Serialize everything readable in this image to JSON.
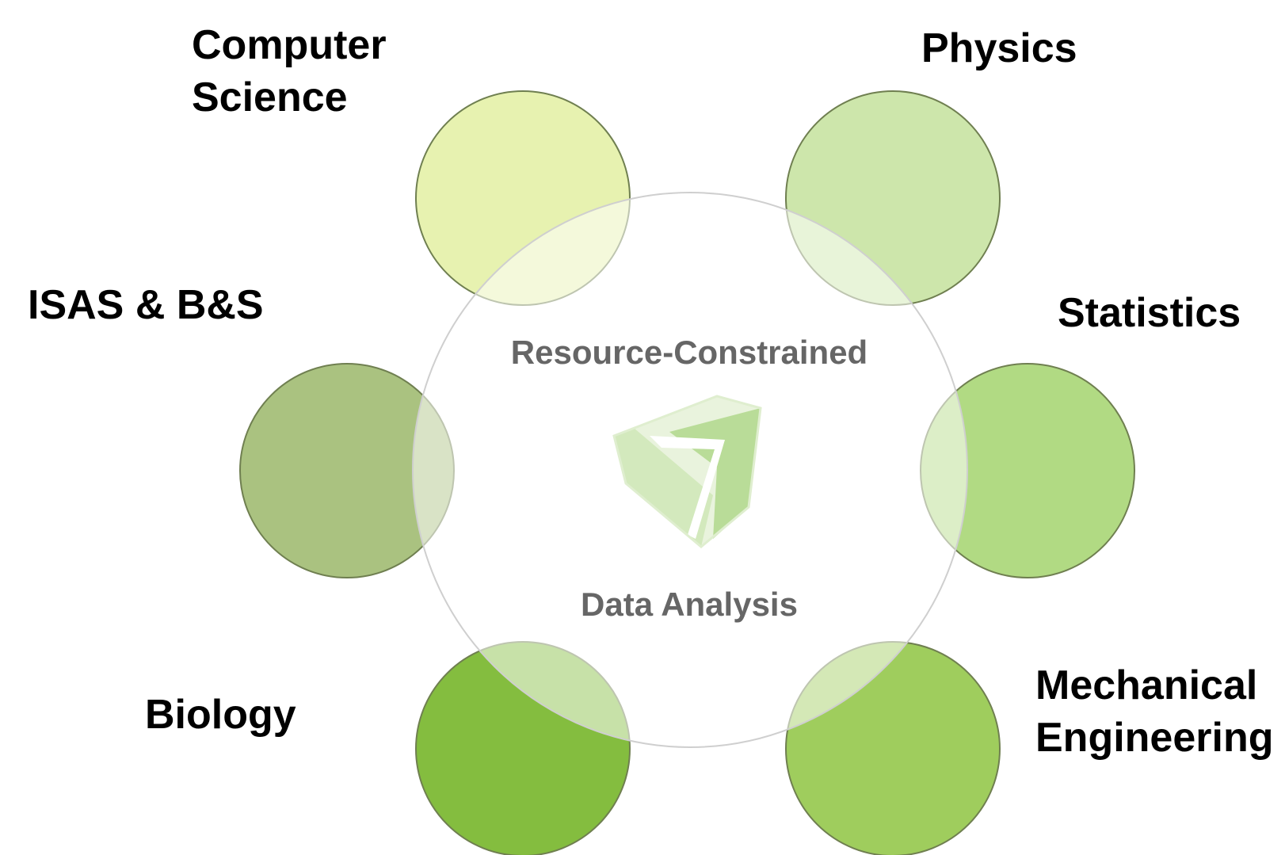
{
  "diagram": {
    "center": {
      "top_text": "Resource-Constrained",
      "bottom_text": "Data Analysis",
      "logo_icon": "triangular-ribbon-logo-icon",
      "text_color": "#666666",
      "outline_color": "#cfcfcf"
    },
    "nodes": [
      {
        "id": "computer-science",
        "label": "Computer\nScience",
        "fill": "#e7f2b0"
      },
      {
        "id": "physics",
        "label": "Physics",
        "fill": "#cde6ab"
      },
      {
        "id": "isas-bs",
        "label": "ISAS & B&S",
        "fill": "#aac280"
      },
      {
        "id": "statistics",
        "label": "Statistics",
        "fill": "#b1da83"
      },
      {
        "id": "biology",
        "label": "Biology",
        "fill": "#84bd3f"
      },
      {
        "id": "mechanical-engineering",
        "label": "Mechanical\nEngineering",
        "fill": "#9fcd5d"
      }
    ],
    "node_stroke": "#6f7f50"
  }
}
